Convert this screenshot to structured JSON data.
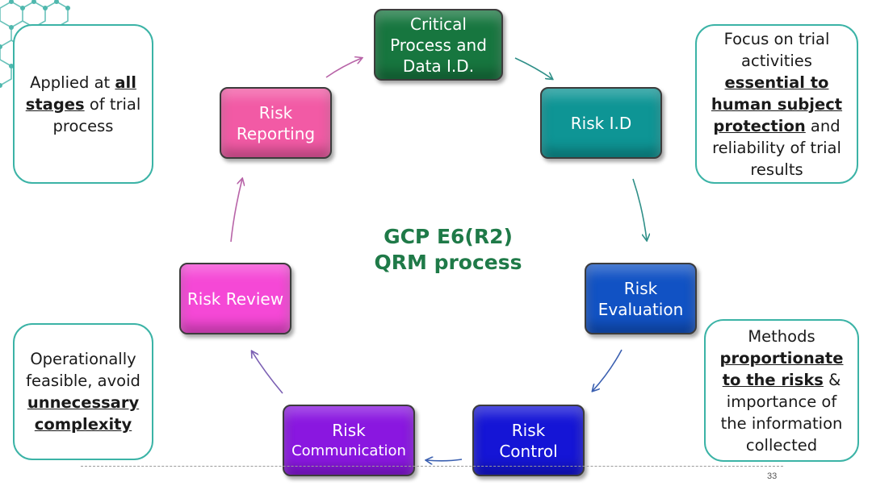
{
  "diagram": {
    "title_line1": "GCP E6(R2)",
    "title_line2": "QRM process",
    "steps": [
      {
        "lines": [
          "Critical",
          "Process and",
          "Data I.D."
        ],
        "color": "#17763f"
      },
      {
        "lines": [
          "Risk I.D"
        ],
        "color": "#0e9595"
      },
      {
        "lines": [
          "Risk",
          "Evaluation"
        ],
        "color": "#1152c4"
      },
      {
        "lines": [
          "Risk",
          "Control"
        ],
        "color": "#1515d6"
      },
      {
        "lines": [
          "Risk",
          "Communication"
        ],
        "color": "#8a17e0"
      },
      {
        "lines": [
          "Risk Review"
        ],
        "color": "#f548d6"
      },
      {
        "lines": [
          "Risk",
          "Reporting"
        ],
        "color": "#f25aa5"
      }
    ]
  },
  "callouts": {
    "top_left": {
      "pre": "Applied at ",
      "bold": "all stages",
      "post": " of trial process"
    },
    "bottom_left": {
      "pre": "Operationally feasible, avoid ",
      "bold": "unnecessary complexity",
      "post": ""
    },
    "top_right": {
      "pre": "Focus on trial activities ",
      "bold": "essential to human subject protection",
      "post": " and reliability of trial results"
    },
    "bottom_right": {
      "pre": "Methods ",
      "bold": "proportionate to the risks",
      "post": " & importance of the information collected"
    }
  },
  "footer": {
    "page_number": "33"
  }
}
